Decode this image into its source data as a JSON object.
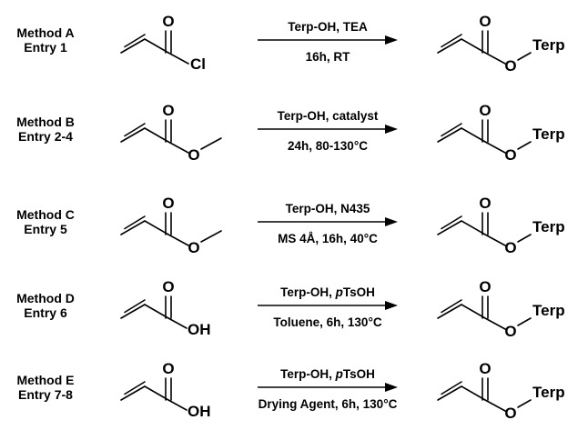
{
  "rows": [
    {
      "method": "Method A",
      "entry": "Entry 1",
      "reactant_group": "Cl",
      "reactant_type": "acryloyl-chloride",
      "above": [
        "Terp-OH, TEA"
      ],
      "below": [
        "16h, RT"
      ],
      "product_atom": "O",
      "product_group": "Terp"
    },
    {
      "method": "Method B",
      "entry": "Entry 2-4",
      "reactant_group": "",
      "reactant_type": "methyl-acrylate",
      "above": [
        "Terp-OH, catalyst"
      ],
      "below": [
        "24h, 80-130°C"
      ],
      "product_atom": "O",
      "product_group": "Terp"
    },
    {
      "method": "Method C",
      "entry": "Entry 5",
      "reactant_group": "",
      "reactant_type": "methyl-acrylate",
      "above": [
        "Terp-OH, N435"
      ],
      "below": [
        "MS 4Å, 16h, 40°C"
      ],
      "product_atom": "O",
      "product_group": "Terp"
    },
    {
      "method": "Method D",
      "entry": "Entry 6",
      "reactant_group": "OH",
      "reactant_type": "acrylic-acid",
      "above": [
        "Terp-OH, ",
        "p",
        "TsOH"
      ],
      "below": [
        "Toluene, 6h, 130°C"
      ],
      "product_atom": "O",
      "product_group": "Terp"
    },
    {
      "method": "Method E",
      "entry": "Entry 7-8",
      "reactant_group": "OH",
      "reactant_type": "acrylic-acid",
      "above": [
        "Terp-OH, ",
        "p",
        "TsOH"
      ],
      "below": [
        "Drying Agent, 6h, 130°C"
      ],
      "product_atom": "O",
      "product_group": "Terp"
    }
  ],
  "atoms": {
    "carbonyl_o": "O",
    "ester_o": "O"
  },
  "colors": {
    "ink": "#000000",
    "background": "#ffffff"
  }
}
